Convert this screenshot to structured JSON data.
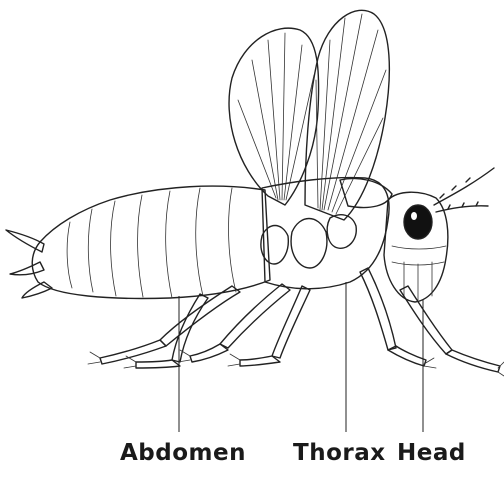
{
  "labels": {
    "abdomen": "Abdomen",
    "thorax": "Thorax",
    "head": "Head"
  },
  "colors": {
    "ink": "#222222",
    "stipple": "#7a7a7a",
    "background": "#ffffff"
  }
}
